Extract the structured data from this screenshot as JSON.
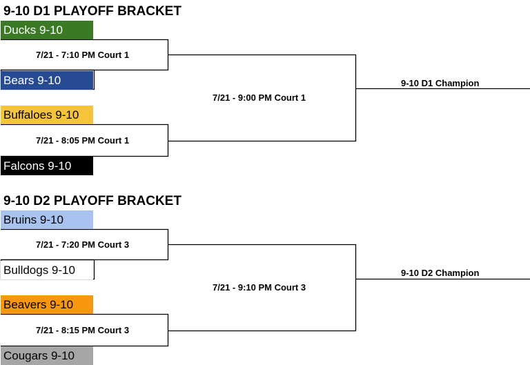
{
  "d1": {
    "title": "9-10 D1 PLAYOFF BRACKET",
    "teams": [
      {
        "name": "Ducks 9-10",
        "bg": "#3a7a25",
        "fg": "#ffffff"
      },
      {
        "name": "Bears 9-10",
        "bg": "#274b93",
        "fg": "#ffffff"
      },
      {
        "name": "Buffaloes 9-10",
        "bg": "#f5c43a",
        "fg": "#000000"
      },
      {
        "name": "Falcons 9-10",
        "bg": "#000000",
        "fg": "#ffffff"
      }
    ],
    "game1": "7/21 - 7:10 PM Court 1",
    "game2": "7/21 - 8:05 PM Court 1",
    "final": "7/21 - 9:00 PM Court 1",
    "champion": "9-10 D1 Champion"
  },
  "d2": {
    "title": "9-10 D2 PLAYOFF BRACKET",
    "teams": [
      {
        "name": "Bruins 9-10",
        "bg": "#a9c3f0",
        "fg": "#000000"
      },
      {
        "name": "Bulldogs 9-10",
        "bg": "#ffffff",
        "fg": "#000000"
      },
      {
        "name": "Beavers 9-10",
        "bg": "#f7960f",
        "fg": "#000000"
      },
      {
        "name": "Cougars 9-10",
        "bg": "#a6a6a6",
        "fg": "#000000"
      }
    ],
    "game1": "7/21 - 7:20 PM Court 3",
    "game2": "7/21 - 8:15 PM Court 3",
    "final": "7/21 - 9:10 PM Court 3",
    "champion": "9-10 D2 Champion"
  }
}
